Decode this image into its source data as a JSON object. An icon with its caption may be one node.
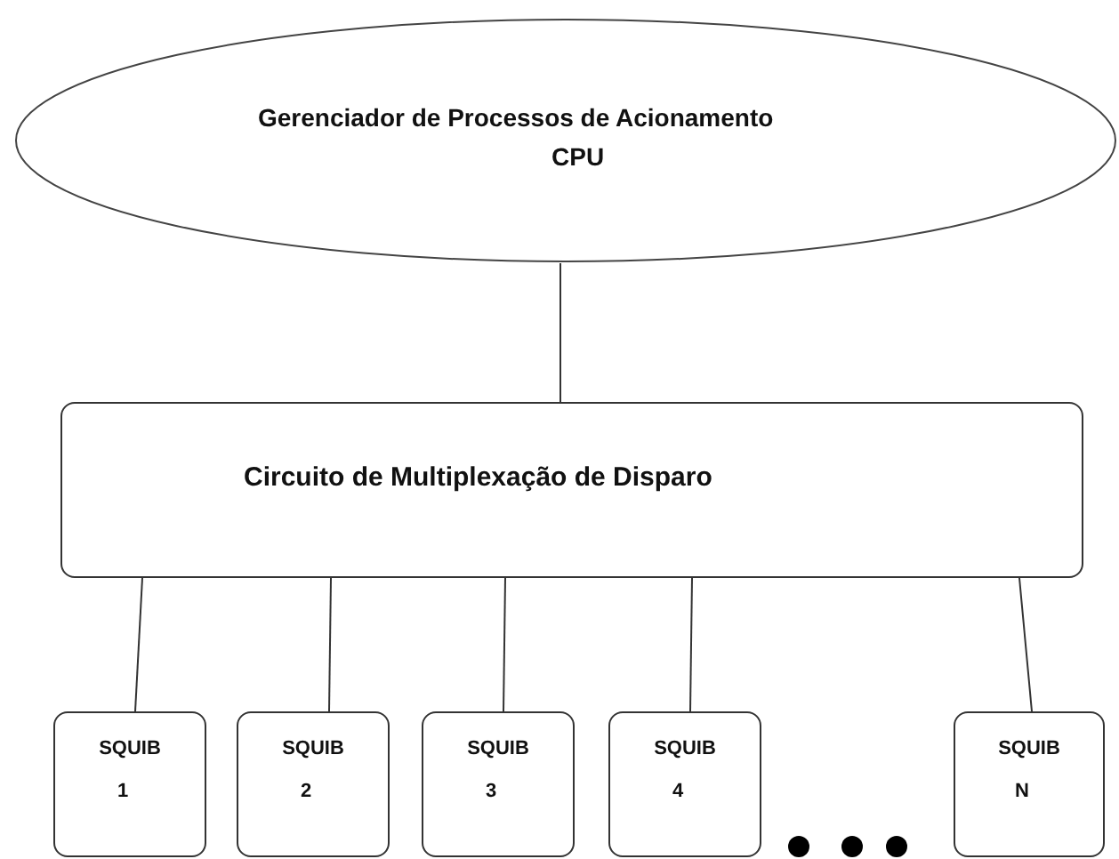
{
  "diagram": {
    "nodes": [
      {
        "text": [
          "Gerenciador de Processos de Acionamento",
          "CPU"
        ]
      },
      {
        "text": [
          "Circuito de Multiplexação de Disparo"
        ]
      },
      {
        "text": [
          "SQUIB",
          "1"
        ]
      },
      {
        "text": [
          "SQUIB",
          "2"
        ]
      },
      {
        "text": [
          "SQUIB",
          "3"
        ]
      },
      {
        "text": [
          "SQUIB",
          "4"
        ]
      },
      {
        "text": [
          "SQUIB",
          "N"
        ]
      }
    ],
    "edges": [
      {
        "from": 0,
        "to": 1,
        "arrow": "none"
      },
      {
        "from": 1,
        "to": 2,
        "arrow": "none"
      },
      {
        "from": 1,
        "to": 3,
        "arrow": "none"
      },
      {
        "from": 1,
        "to": 4,
        "arrow": "none"
      },
      {
        "from": 1,
        "to": 5,
        "arrow": "none"
      },
      {
        "from": 1,
        "to": 6,
        "arrow": "none"
      }
    ]
  }
}
